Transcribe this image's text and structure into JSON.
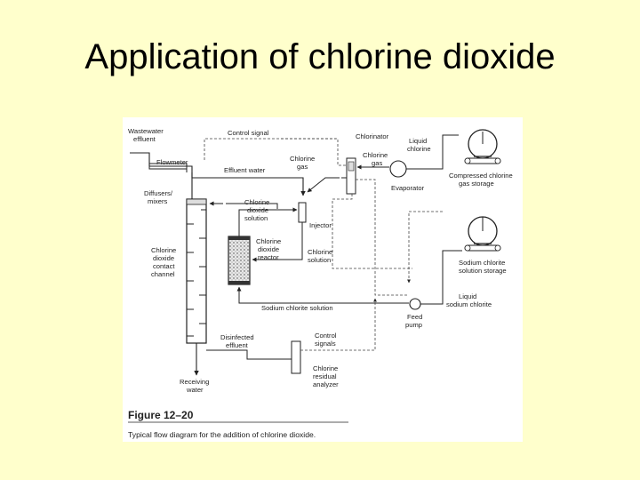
{
  "slide": {
    "title": "Application of chlorine dioxide"
  },
  "diagram": {
    "labels": {
      "wastewater_effluent_1": "Wastewater",
      "wastewater_effluent_2": "effluent",
      "control_signal": "Control signal",
      "chlorinator": "Chlorinator",
      "liquid_chlorine_1": "Liquid",
      "liquid_chlorine_2": "chlorine",
      "flowmeter": "Flowmeter",
      "effluent_water": "Effluent water",
      "chlorine_gas_left_1": "Chlorine",
      "chlorine_gas_left_2": "gas",
      "chlorine_gas_right_1": "Chlorine",
      "chlorine_gas_right_2": "gas",
      "evaporator": "Evaporator",
      "compressed_storage_1": "Compressed chlorine",
      "compressed_storage_2": "gas storage",
      "diffusers_1": "Diffusers/",
      "diffusers_2": "mixers",
      "cd_solution_1": "Chlorine",
      "cd_solution_2": "dioxide",
      "cd_solution_3": "solution",
      "injector": "Injector",
      "cd_reactor_1": "Chlorine",
      "cd_reactor_2": "dioxide",
      "cd_reactor_3": "reactor",
      "chlorine_solution_1": "Chlorine",
      "chlorine_solution_2": "solution",
      "contact_channel_1": "Chlorine",
      "contact_channel_2": "dioxide",
      "contact_channel_3": "contact",
      "contact_channel_4": "channel",
      "sodium_storage_1": "Sodium chlorite",
      "sodium_storage_2": "solution storage",
      "liquid_sodium_1": "Liquid",
      "liquid_sodium_2": "sodium chlorite",
      "sodium_solution": "Sodium chlorite solution",
      "feed_pump_1": "Feed",
      "feed_pump_2": "pump",
      "disinfected_1": "Disinfected",
      "disinfected_2": "effluent",
      "control_signals_1": "Control",
      "control_signals_2": "signals",
      "receiving_1": "Receiving",
      "receiving_2": "water",
      "analyzer_1": "Chlorine",
      "analyzer_2": "residual",
      "analyzer_3": "analyzer"
    },
    "caption": {
      "number": "Figure 12–20",
      "text": "Typical flow diagram for the addition of chlorine dioxide."
    }
  }
}
